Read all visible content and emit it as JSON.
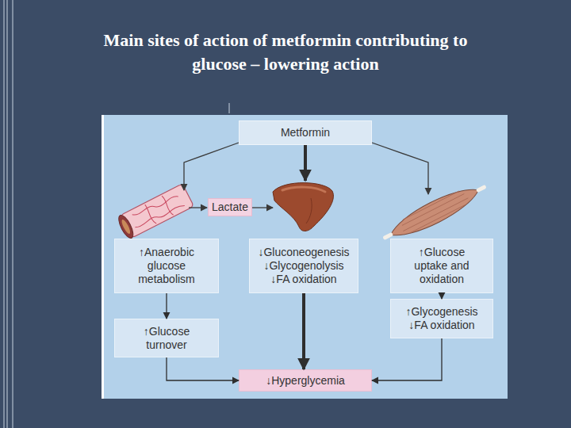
{
  "diagram": {
    "title": "Main sites of action of metformin contributing to glucose – lowering action",
    "nodes": [
      {
        "text": [
          "Metformin"
        ]
      },
      {
        "text": [
          "Lactate"
        ]
      },
      {
        "text": [
          "↑Anaerobic glucose metabolism"
        ]
      },
      {
        "text": [
          "↓Gluconeogenesis",
          "↓Glycogenolysis",
          "↓FA oxidation"
        ]
      },
      {
        "text": [
          "↑Glucose uptake and oxidation"
        ]
      },
      {
        "text": [
          "↑Glucose turnover"
        ]
      },
      {
        "text": [
          "↑Glycogenesis",
          "↓FA oxidation"
        ]
      },
      {
        "text": [
          "↓Hyperglycemia"
        ]
      }
    ],
    "edges": [
      {
        "from": 2,
        "to": 5,
        "arrow": "to"
      },
      {
        "from": 5,
        "to": 7,
        "arrow": "to"
      },
      {
        "from": 3,
        "to": 7,
        "arrow": "to"
      },
      {
        "from": 4,
        "to": 6,
        "arrow": "to"
      },
      {
        "from": 6,
        "to": 7,
        "arrow": "to"
      }
    ]
  }
}
